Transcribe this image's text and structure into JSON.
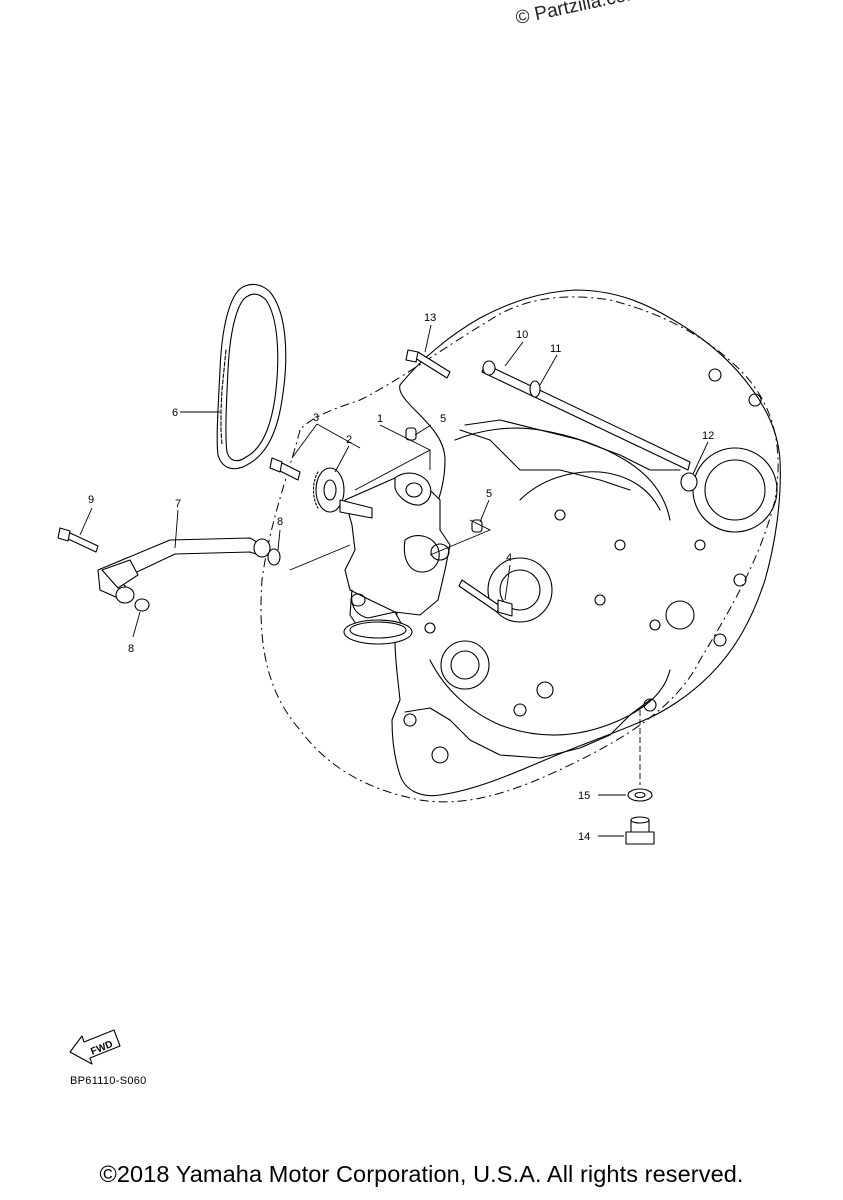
{
  "watermark": "© Partzilla.com",
  "diagram_code": "BP61110-S060",
  "copyright": "©2018 Yamaha Motor Corporation, U.S.A. All rights reserved.",
  "fwd_label": "FWD",
  "callouts": {
    "c1": "1",
    "c2": "2",
    "c3": "3",
    "c4": "4",
    "c5a": "5",
    "c5b": "5",
    "c6": "6",
    "c7": "7",
    "c8a": "8",
    "c8b": "8",
    "c9": "9",
    "c10": "10",
    "c11": "11",
    "c12": "12",
    "c13": "13",
    "c14": "14",
    "c15": "15"
  }
}
